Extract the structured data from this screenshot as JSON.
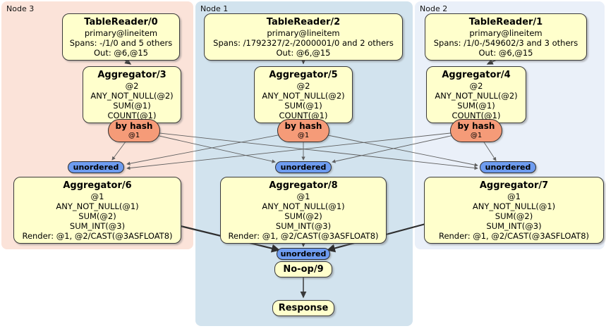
{
  "regions": [
    {
      "label": "Node 3",
      "table_reader": {
        "title": "TableReader/0",
        "lines": [
          "primary@lineitem",
          "Spans: -/1/0 and 5 others",
          "Out: @6,@15"
        ]
      },
      "aggregator_top": {
        "title": "Aggregator/3",
        "lines": [
          "@2",
          "ANY_NOT_NULL(@2)",
          "SUM(@1)",
          "COUNT(@1)"
        ]
      },
      "hash_router": {
        "label": "by hash",
        "detail": "@1"
      },
      "unordered_label": "unordered",
      "aggregator_bottom": {
        "title": "Aggregator/6",
        "lines": [
          "@1",
          "ANY_NOT_NULL(@1)",
          "SUM(@2)",
          "SUM_INT(@3)",
          "Render: @1, @2/CAST(@3ASFLOAT8)"
        ]
      }
    },
    {
      "label": "Node 1",
      "table_reader": {
        "title": "TableReader/2",
        "lines": [
          "primary@lineitem",
          "Spans: /1792327/2-/2000001/0 and 2 others",
          "Out: @6,@15"
        ]
      },
      "aggregator_top": {
        "title": "Aggregator/5",
        "lines": [
          "@2",
          "ANY_NOT_NULL(@2)",
          "SUM(@1)",
          "COUNT(@1)"
        ]
      },
      "hash_router": {
        "label": "by hash",
        "detail": "@1"
      },
      "unordered_label": "unordered",
      "aggregator_bottom": {
        "title": "Aggregator/8",
        "lines": [
          "@1",
          "ANY_NOT_NULL(@1)",
          "SUM(@2)",
          "SUM_INT(@3)",
          "Render: @1, @2/CAST(@3ASFLOAT8)"
        ]
      }
    },
    {
      "label": "Node 2",
      "table_reader": {
        "title": "TableReader/1",
        "lines": [
          "primary@lineitem",
          "Spans: /1/0-/549602/3 and 3 others",
          "Out: @6,@15"
        ]
      },
      "aggregator_top": {
        "title": "Aggregator/4",
        "lines": [
          "@2",
          "ANY_NOT_NULL(@2)",
          "SUM(@1)",
          "COUNT(@1)"
        ]
      },
      "hash_router": {
        "label": "by hash",
        "detail": "@1"
      },
      "unordered_label": "unordered",
      "aggregator_bottom": {
        "title": "Aggregator/7",
        "lines": [
          "@1",
          "ANY_NOT_NULL(@1)",
          "SUM(@2)",
          "SUM_INT(@3)",
          "Render: @1, @2/CAST(@3ASFLOAT8)"
        ]
      }
    }
  ],
  "output": {
    "unordered_label": "unordered",
    "noop_title": "No-op/9",
    "response_title": "Response"
  },
  "colors": {
    "node3_bg": "#FBE3D9",
    "node1_bg": "#D2E3EE",
    "node2_bg": "#EAF0F9",
    "processor_fill": "#FFFFCC",
    "hash_router_fill": "#F59B78",
    "stream_fill": "#6E9CF0"
  }
}
